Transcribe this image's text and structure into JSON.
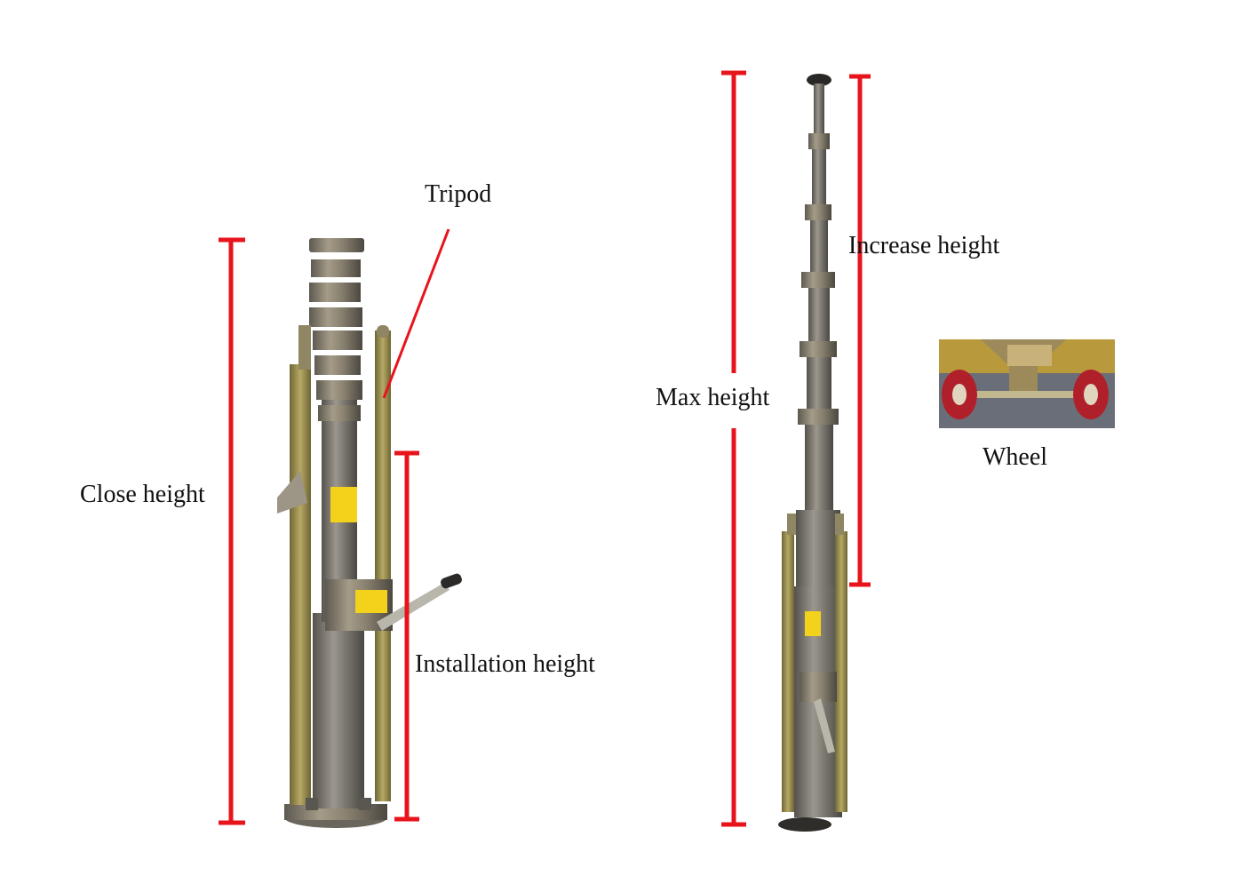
{
  "labels": {
    "tripod": "Tripod",
    "close_height": "Close height",
    "installation_height": "Installation height",
    "max_height": "Max height",
    "increase_height": "Increase height",
    "wheel": "Wheel"
  },
  "colors": {
    "dimension_line": "#e8141c",
    "mast_metal": "#8a8270",
    "mast_dark": "#4a4640",
    "bracket": "#a89a5a",
    "warning_label": "#f2d21b",
    "wheel": "#b0202a",
    "floor": "#6a6e78"
  }
}
